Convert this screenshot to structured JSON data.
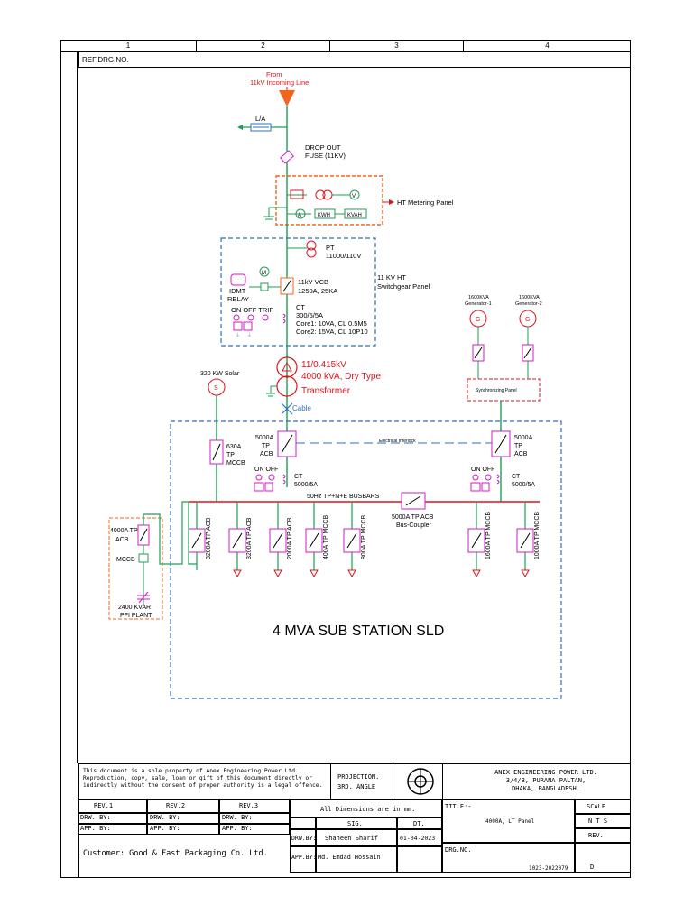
{
  "grid": {
    "columns": [
      "1",
      "2",
      "3",
      "4"
    ]
  },
  "ref_drg_no": "REF.DRG.NO.",
  "incoming": {
    "line1": "From",
    "line2": "11kV Incoming Line"
  },
  "la": "L/A",
  "dropout": {
    "line1": "DROP OUT",
    "line2": "FUSE (11KV)"
  },
  "ht_metering": {
    "label": "HT Metering Panel",
    "kwh": "KWH",
    "kvah": "KVAH",
    "v": "V",
    "a": "A"
  },
  "pt": {
    "line1": "PT",
    "line2": "11000/110V"
  },
  "switchgear": {
    "line1": "11 KV HT",
    "line2": "Switchgear Panel"
  },
  "vcb": {
    "line1": "11kV VCB",
    "line2": "1250A, 25KA"
  },
  "relay": {
    "line1": "IDMT",
    "line2": "RELAY",
    "m": "M"
  },
  "on_off_trip": "ON OFF TRIP",
  "ct_ht": {
    "line1": "CT",
    "line2": "300/5/5A",
    "line3": "Core1: 10VA, CL 0.5M5",
    "line4": "Core2: 15VA, CL 10P10"
  },
  "transformer": {
    "line1": "11/0.415kV",
    "line2": "4000 kVA, Dry Type",
    "line3": "Transformer"
  },
  "cable": "Cable",
  "solar": {
    "label": "320 KW Solar",
    "s": "S"
  },
  "gen1": {
    "line1": "1600KVA",
    "line2": "Generator-1",
    "g": "G"
  },
  "gen2": {
    "line1": "1600KVA",
    "line2": "Generator-2",
    "g": "G"
  },
  "sync_panel": "Synchronizing Panel",
  "mccb_630": {
    "line1": "630A",
    "line2": "TP",
    "line3": "MCCB"
  },
  "acb_main": {
    "line1": "5000A",
    "line2": "TP",
    "line3": "ACB"
  },
  "acb_gen": {
    "line1": "5000A",
    "line2": "TP",
    "line3": "ACB"
  },
  "interlock": "Electrical Interlock",
  "on_off": "ON OFF",
  "ct_lt1": {
    "line1": "CT",
    "line2": "5000/5A"
  },
  "ct_lt2": {
    "line1": "CT",
    "line2": "5000/5A"
  },
  "busbar": "50Hz TP+N+E BUSBARS",
  "bus_coupler": {
    "line1": "5000A TP ACB",
    "line2": "Bus-Coupler"
  },
  "feeders": [
    "3200A TP ACB",
    "3200A TP ACB",
    "2000A TP ACB",
    "400A TP MCCB",
    "800A TP MCCB",
    "1600A TP MCCB",
    "1000A TP MCCB"
  ],
  "pfi": {
    "acb1": "4000A TP",
    "acb2": "ACB",
    "mccb": "MCCB",
    "line1": "2400 KVAR",
    "line2": "PFI PLANT"
  },
  "title_main": "4 MVA SUB STATION SLD",
  "title_block": {
    "notice": [
      "This document is a sole property of Anex Engineering Power Ltd.",
      "Reproduction, copy, sale, loan or gift of this document directly or",
      "indirectly without the consent of proper authority is a legal offence."
    ],
    "projection": {
      "line1": "PROJECTION.",
      "line2": "3RD. ANGLE"
    },
    "company": {
      "line1": "ANEX ENGINEERING POWER LTD.",
      "line2": "3/4/B, PURANA PALTAN,",
      "line3": "DHAKA, BANGLADESH."
    },
    "revs": [
      "REV.1",
      "REV.2",
      "REV.3"
    ],
    "drw_by": "DRW. BY:",
    "app_by": "APP. BY:",
    "all_dims": "All Dimensions are in mm.",
    "sig": "SIG.",
    "dt": "DT.",
    "drwby": "DRW.BY:",
    "drawer": "Shaheen Sharif",
    "date": "01-04-2023",
    "appby": "APP.BY:",
    "approver": "Md. Emdad Hossain",
    "title_lbl": "TITLE:-",
    "title_val": "4000A, LT Panel",
    "drgno_lbl": "DRG.NO.",
    "drgno_val": "1023-2022079",
    "scale_lbl": "SCALE",
    "scale_val": "N T S",
    "rev_lbl": "REV.",
    "rev_val": "D",
    "customer": "Customer: Good & Fast Packaging Co. Ltd."
  },
  "colors": {
    "red": "#e0141c",
    "green": "#1f9d55",
    "blue": "#2f6fc4",
    "orange": "#f0641e",
    "magenta": "#d01bbf",
    "teal": "#0a8f6f"
  }
}
